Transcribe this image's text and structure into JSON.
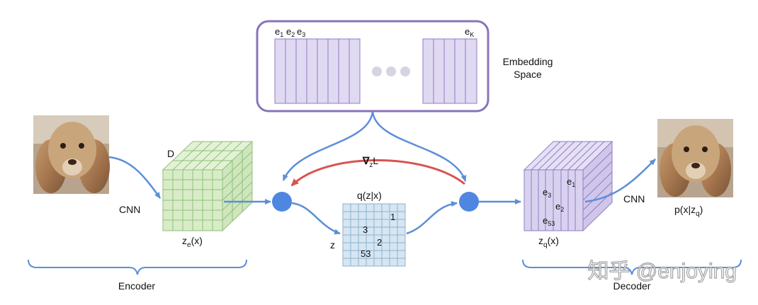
{
  "embedding": {
    "label_e1": "e",
    "sub_e1": "1",
    "label_e2": "e",
    "sub_e2": "2",
    "label_e3": "e",
    "sub_e3": "3",
    "label_ek": "e",
    "sub_ek": "K",
    "title_line1": "Embedding",
    "title_line2": "Space"
  },
  "encoder": {
    "cnn_label": "CNN",
    "d_label": "D",
    "ze_main": "z",
    "ze_sub": "e",
    "ze_tail": "(x)",
    "section_label": "Encoder"
  },
  "middle": {
    "grad_main": "∇",
    "grad_sub": "z",
    "grad_tail": "L",
    "q_label": "q(z|x)",
    "z_label": "z",
    "grid_values": [
      "1",
      "3",
      "2",
      "53"
    ]
  },
  "decoder": {
    "cube_labels": [
      {
        "main": "e",
        "sub": "1"
      },
      {
        "main": "e",
        "sub": "3"
      },
      {
        "main": "e",
        "sub": "2"
      },
      {
        "main": "e",
        "sub": "53"
      }
    ],
    "zq_main": "z",
    "zq_sub": "q",
    "zq_tail": "(x)",
    "cnn_label": "CNN",
    "p_main": "p(x|z",
    "p_sub": "q",
    "p_tail": ")",
    "section_label": "Decoder"
  },
  "watermark": "知乎 @enjoying",
  "colors": {
    "arrow": "#5b8fd6",
    "gradient_arrow": "#d9534f",
    "encoder_fill": "#d9ecc8",
    "encoder_line": "#8fc07a",
    "decoder_fill": "#d9d2ef",
    "decoder_line": "#8f7cc4",
    "grid_fill": "#d6e6f2",
    "grid_line": "#8fb3cf",
    "embed_border": "#8a73b8",
    "node": "#4f86e0"
  }
}
